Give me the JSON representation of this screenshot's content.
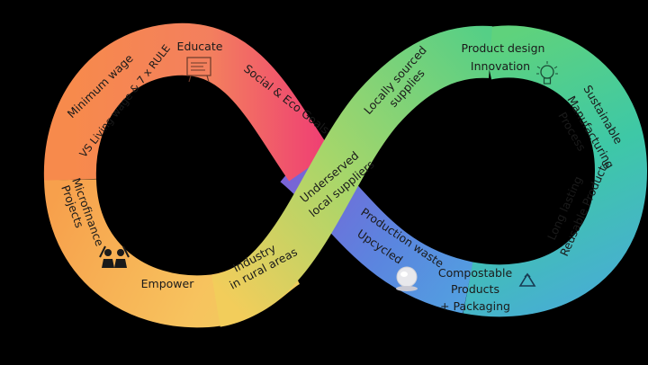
{
  "labels": {
    "educate": "Educate",
    "social_eco": "Social & Eco Goals",
    "minimum_wage": "Minimum wage",
    "living_wage": "VS Living wage & 7 x RULE",
    "microfinance_1": "Microfinance",
    "microfinance_2": "Projects",
    "empower": "Empower",
    "industry_1": "Industry",
    "industry_2": "in rural areas",
    "underserved_1": "Underserved",
    "underserved_2": "local suppliers",
    "locally_1": "Locally sourced",
    "locally_2": "supplies",
    "product_design": "Product design",
    "innovation": "Innovation",
    "sustainable_1": "Sustainable",
    "sustainable_2": "Manufacturing",
    "sustainable_3": "Process",
    "long_lasting_1": "Long lasting",
    "long_lasting_2": "Reusable Products",
    "compostable_1": "Compostable",
    "compostable_2": "Products",
    "compostable_3": "+ Packaging",
    "production_waste": "Production waste",
    "upcycled": "Upcycled"
  },
  "icons": [
    "educate-board-icon",
    "lightbulb-icon",
    "recycle-icon",
    "upcycled-orb-icon",
    "empower-people-icon"
  ],
  "colors": {
    "background": "#000000",
    "red": "#ef4b6b",
    "orange": "#f79a55",
    "yellow": "#f4c95a",
    "green": "#7fd07a",
    "teal": "#3fc4b0",
    "blue": "#5a8ee0",
    "purple": "#7a64d6"
  }
}
